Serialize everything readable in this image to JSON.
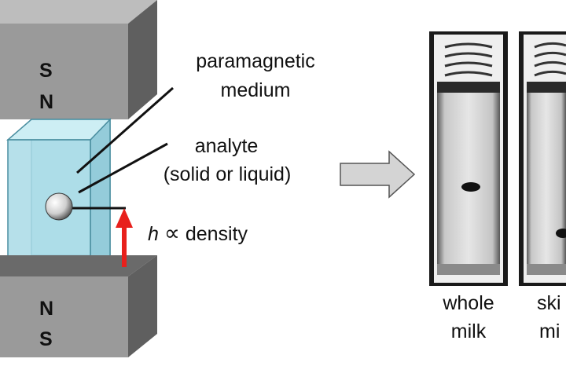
{
  "magnet": {
    "top_poles": [
      "S",
      "N"
    ],
    "bottom_poles": [
      "N",
      "S"
    ]
  },
  "labels": {
    "paramagnetic_line1": "paramagnetic",
    "paramagnetic_line2": "medium",
    "analyte_line1": "analyte",
    "analyte_line2": "(solid or liquid)",
    "height_symbol": "h",
    "proportional_symbol": "∝",
    "density_word": "density"
  },
  "vials": [
    {
      "caption_line1": "whole",
      "caption_line2": "milk"
    },
    {
      "caption_line1": "ski",
      "caption_line2": "mi"
    }
  ],
  "colors": {
    "magnet_face": "#9a9a9a",
    "magnet_side": "#5f5f5f",
    "container": "#a9dbe6",
    "height_arrow": "#e8201c"
  }
}
